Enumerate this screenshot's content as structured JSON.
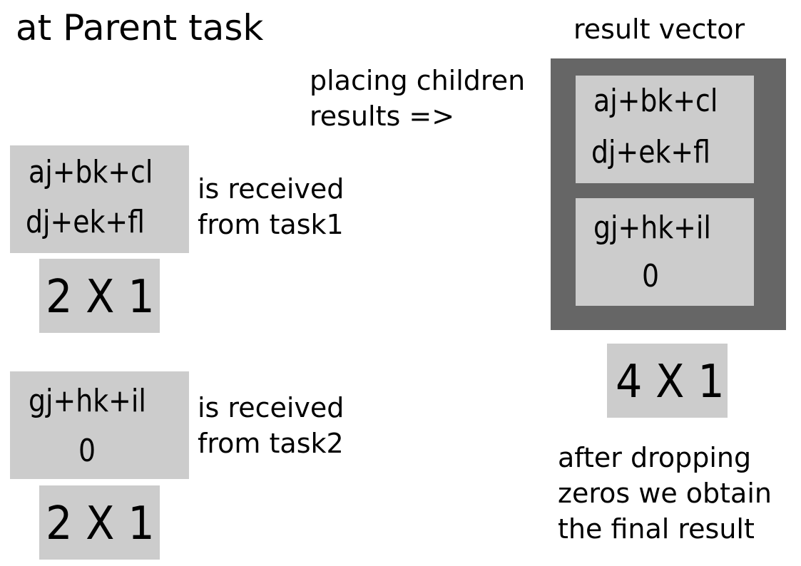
{
  "title": "at Parent task",
  "result_vector_label": "result vector",
  "placing_label": [
    "placing children",
    "results =>"
  ],
  "task1": {
    "cells": [
      "aj+bk+cl",
      "dj+ek+fl"
    ],
    "dim": "2 X 1",
    "caption": [
      "is received",
      "from task1"
    ]
  },
  "task2": {
    "cells": [
      "gj+hk+il",
      "0"
    ],
    "dim": "2 X 1",
    "caption": [
      "is received",
      "from task2"
    ]
  },
  "result": {
    "block1": [
      "aj+bk+cl",
      "dj+ek+fl"
    ],
    "block2": [
      "gj+hk+il",
      "0"
    ],
    "dim": "4 X 1"
  },
  "final_note": [
    "after dropping",
    "zeros we obtain",
    "the final result"
  ],
  "colors": {
    "cell_fill": "#cccccc",
    "outer_fill": "#666666",
    "text": "#000000"
  }
}
